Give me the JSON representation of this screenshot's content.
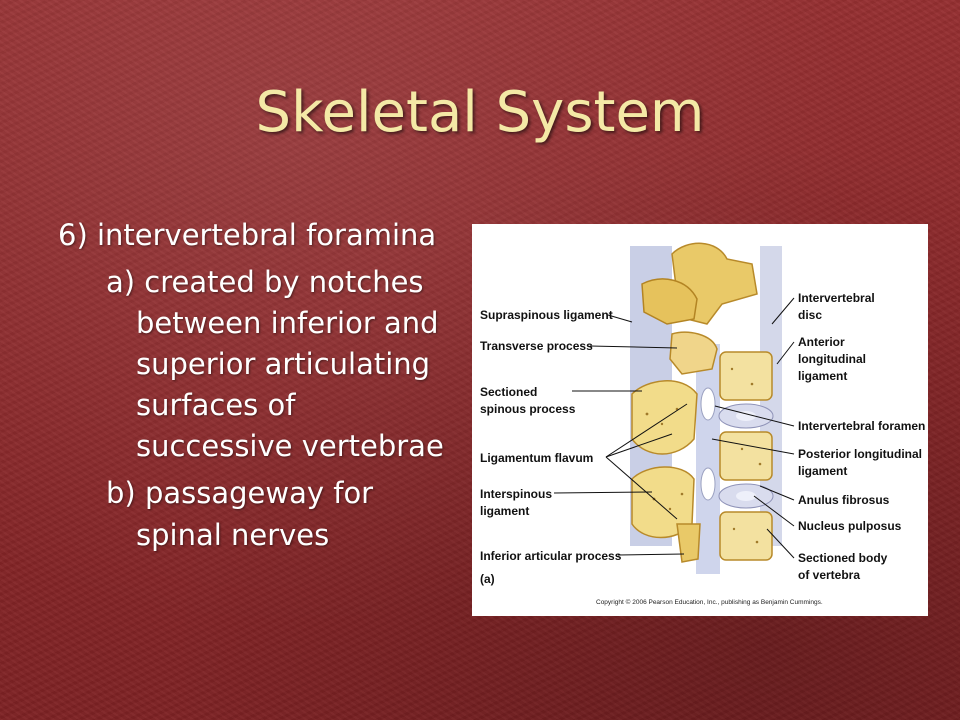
{
  "slide": {
    "title": "Skeletal System",
    "points": [
      "6) intervertebral foramina",
      "a) created by notches between inferior and superior articulating surfaces of successive vertebrae",
      "b) passageway for spinal nerves"
    ]
  },
  "figure": {
    "left_labels": [
      "Supraspinous ligament",
      "Transverse process",
      "Sectioned",
      "spinous process",
      "Ligamentum flavum",
      "Interspinous",
      "ligament",
      "Inferior articular process"
    ],
    "right_labels": [
      "Intervertebral",
      "disc",
      "Anterior",
      "longitudinal",
      "ligament",
      "Intervertebral foramen",
      "Posterior longitudinal",
      "ligament",
      "Anulus fibrosus",
      "Nucleus pulposus",
      "Sectioned body",
      "of vertebra"
    ],
    "panel_label": "(a)",
    "copyright": "Copyright © 2006 Pearson Education, Inc., publishing as Benjamin Cummings."
  },
  "colors": {
    "background": "#8e2a2c",
    "title": "#f4e9a6",
    "text": "#ffffff"
  }
}
